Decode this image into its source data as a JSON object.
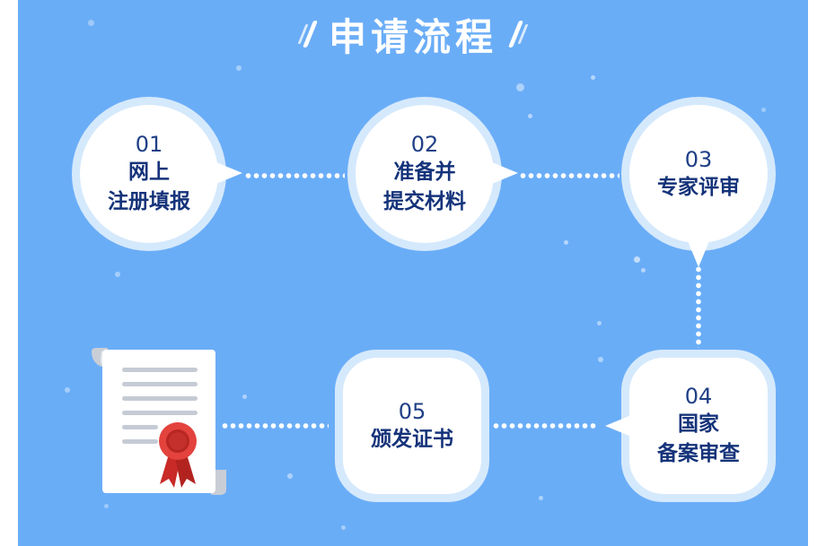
{
  "header": {
    "title": "申请流程"
  },
  "steps": [
    {
      "num": "01",
      "line1": "网上",
      "line2": "注册填报"
    },
    {
      "num": "02",
      "line1": "准备并",
      "line2": "提交材料"
    },
    {
      "num": "03",
      "line1": "专家评审",
      "line2": ""
    },
    {
      "num": "04",
      "line1": "国家",
      "line2": "备案审查"
    },
    {
      "num": "05",
      "line1": "颁发证书",
      "line2": ""
    }
  ],
  "icons": {
    "certificate": "certificate-icon",
    "seal": "award-ribbon-icon"
  },
  "colors": {
    "background": "#6aadf7",
    "ring": "#d5e9fc",
    "text": "#15337a",
    "seal": "#d8332e"
  }
}
